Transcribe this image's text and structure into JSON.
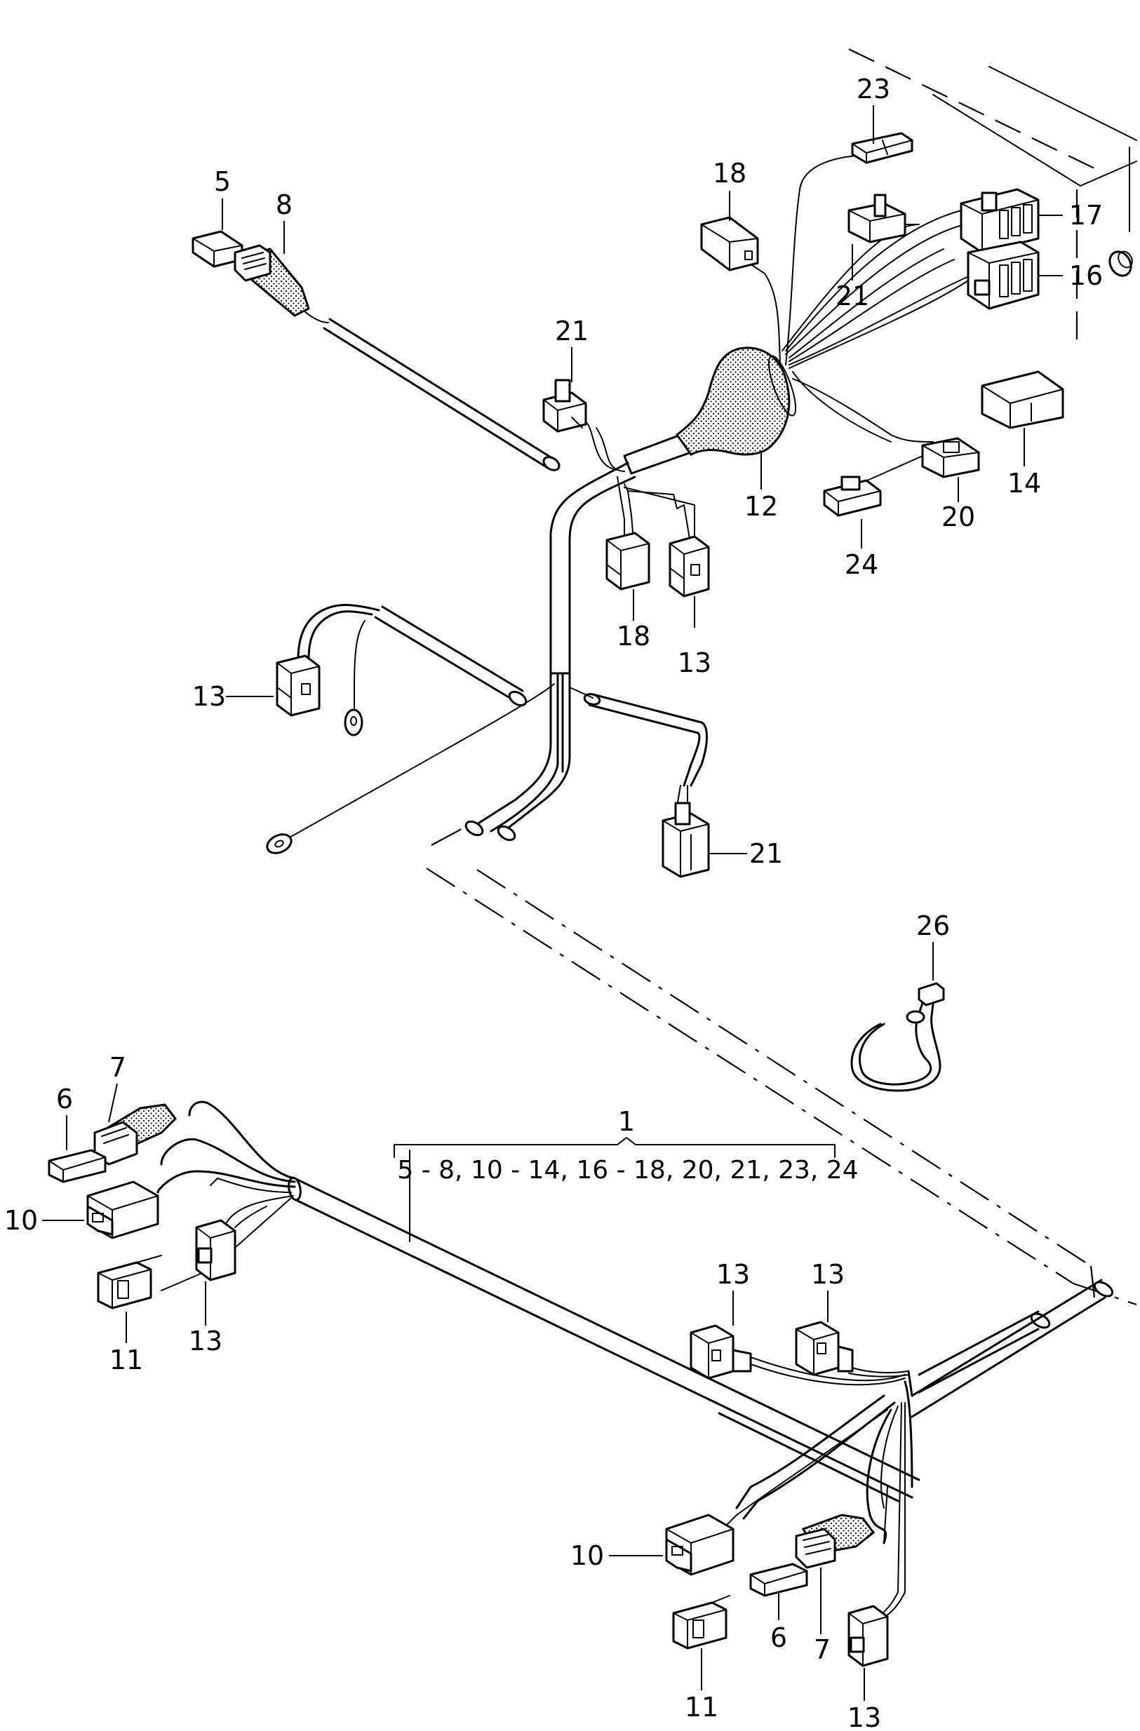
{
  "callouts": {
    "c1": "1",
    "c5": "5",
    "c8": "8",
    "c18a": "18",
    "c23": "23",
    "c17": "17",
    "c21a": "21",
    "c16": "16",
    "c21b": "21",
    "c12": "12",
    "c14": "14",
    "c20": "20",
    "c24": "24",
    "c18b": "18",
    "c13a": "13",
    "c13b": "13",
    "c21c": "21",
    "c26": "26",
    "c7a": "7",
    "c6a": "6",
    "c10a": "10",
    "c11a": "11",
    "c13c": "13",
    "c13d": "13",
    "c13e": "13",
    "c10b": "10",
    "c6b": "6",
    "c7b": "7",
    "c11b": "11",
    "c13f": "13"
  },
  "legend": "5 - 8,  10 - 14, 16 - 18, 20, 21, 23, 24"
}
